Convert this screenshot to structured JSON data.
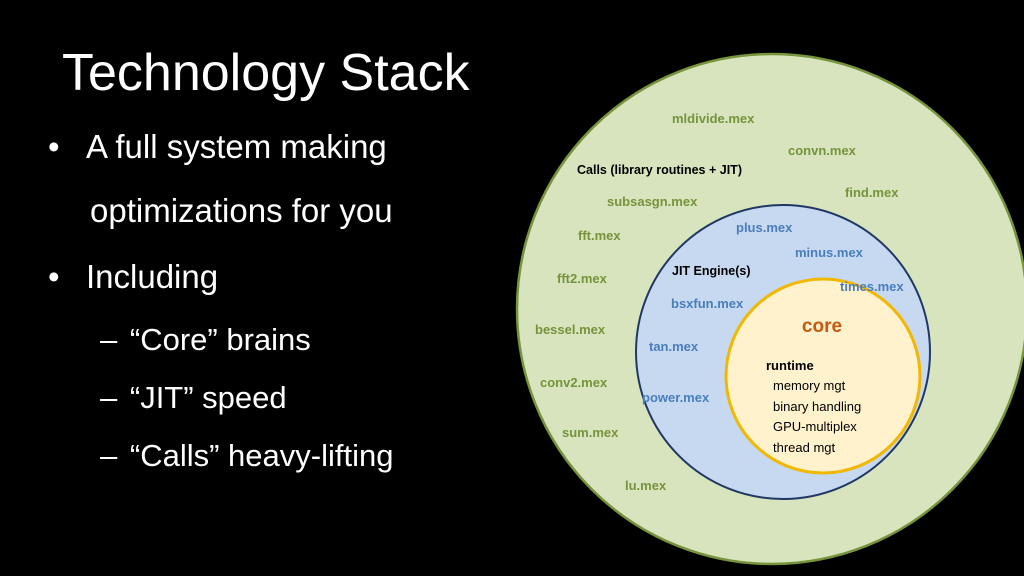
{
  "slide": {
    "title": "Technology Stack",
    "bullets": [
      {
        "text": "A full system making",
        "level": 1,
        "marker": "•"
      },
      {
        "text": "optimizations for you",
        "level": 1,
        "marker": ""
      },
      {
        "text": "Including",
        "level": 1,
        "marker": "•"
      },
      {
        "text": "“Core” brains",
        "level": 2,
        "marker": "–"
      },
      {
        "text": "“JIT” speed",
        "level": 2,
        "marker": "–"
      },
      {
        "text": "“Calls” heavy-lifting",
        "level": 2,
        "marker": "–"
      }
    ]
  },
  "diagram": {
    "colors": {
      "calls_fill": "#d7e4bd",
      "calls_stroke": "#77933c",
      "calls_text": "#77933c",
      "jit_fill": "#c6d9f1",
      "jit_stroke": "#1f3864",
      "jit_text": "#4a7ebb",
      "core_fill": "#fff2cc",
      "core_stroke": "#f2b700",
      "core_title": "#c55a11"
    },
    "calls": {
      "label": "Calls (library routines + JIT)",
      "items": [
        "mldivide.mex",
        "convn.mex",
        "subsasgn.mex",
        "find.mex",
        "fft.mex",
        "fft2.mex",
        "bessel.mex",
        "conv2.mex",
        "sum.mex",
        "lu.mex"
      ]
    },
    "jit": {
      "label": "JIT Engine(s)",
      "items": [
        "plus.mex",
        "minus.mex",
        "times.mex",
        "bsxfun.mex",
        "tan.mex",
        "power.mex"
      ]
    },
    "core": {
      "title": "core",
      "runtime_label": "runtime",
      "runtime_items": [
        "memory mgt",
        "binary handling",
        "GPU-multiplex",
        "thread mgt"
      ]
    }
  }
}
